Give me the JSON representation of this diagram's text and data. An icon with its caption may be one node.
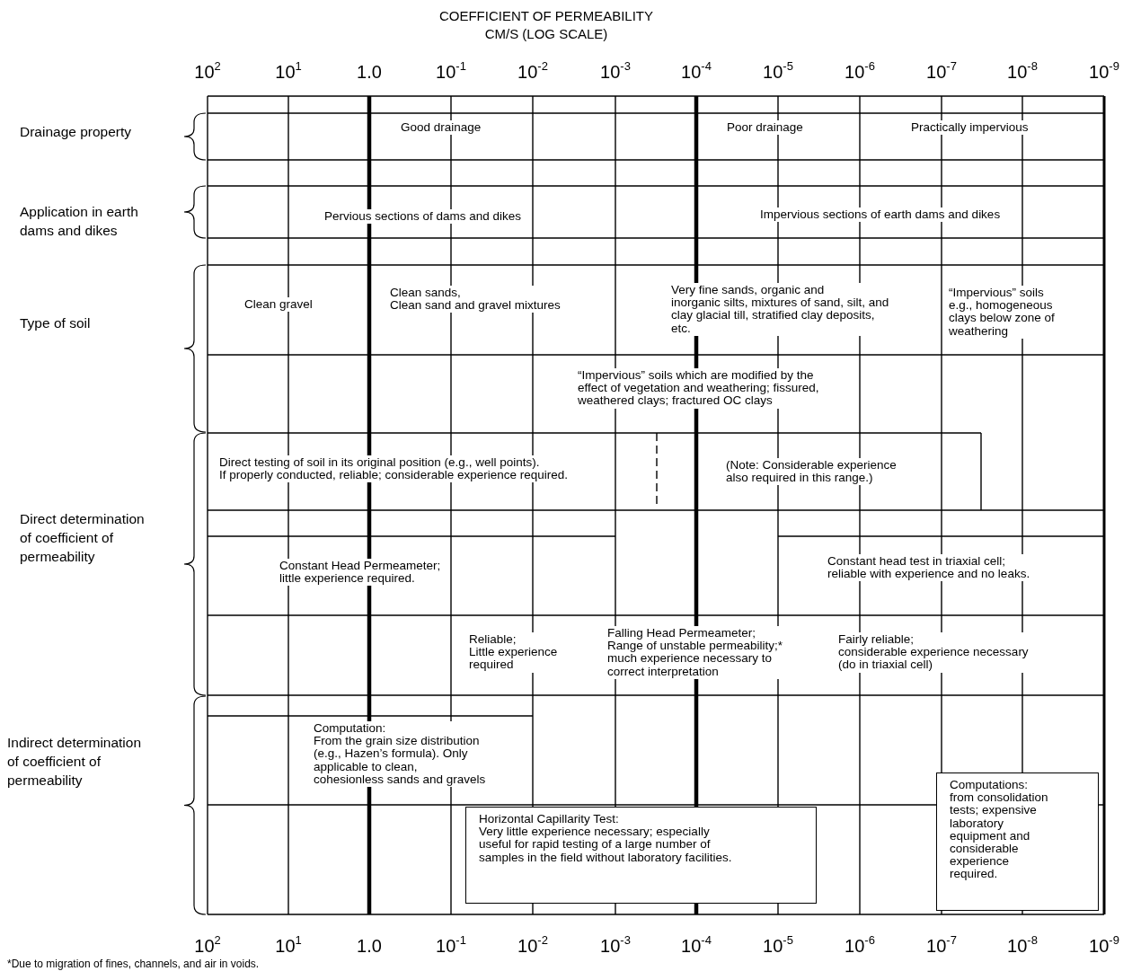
{
  "diagram": {
    "title": "COEFFICIENT OF PERMEABILITY CM/S (LOG SCALE)",
    "nodes": [
      {
        "text": [
          "Horizontal Capillarity Test: Very little experience necessary; especially useful for rapid testing of a large number of samples in the field without laboratory facilities."
        ]
      },
      {
        "text": [
          "Computations: from consolidation tests; expensive laboratory equipment and considerable experience required."
        ]
      }
    ],
    "labels": [
      "10$^{2}$",
      "10$^{1}$",
      "1.0",
      "10$^{-1}$",
      "10$^{-2}$",
      "10$^{-3}$",
      "10$^{-4}$",
      "10$^{-5}$",
      "10$^{-6}$",
      "10$^{-7}$",
      "10$^{-8}$",
      "10$^{-9}$",
      "Drainage property",
      "Good drainage",
      "Poor drainage",
      "Practically impervious",
      "Application in earth dams and dikes",
      "Pervious sections of dams and dikes",
      "Impervious sections of earth dams and dikes",
      "Type of soil",
      "Clean gravel",
      "Clean sands, Clean sand and gravel mixtures",
      "Very fine sands, organic and inorganic silts, mixtures of sand, silt, and clay glacial till, stratified clay deposits, etc.",
      "“Impervious” soils e.g., homogeneous clays below zone of weathering",
      "“Impervious” soils which are modified by the effect of vegetation and weathering; fissured, weathered clays; fractured OC clays",
      "Direct determination of coefficient of permeability",
      "Direct testing of soil in its original position (e.g., well points). If properly conducted, reliable; considerable experience required.",
      "(Note: Considerable experience also required in this range.)",
      "Constant Head Permeameter; little experience required.",
      "Constant head test in triaxial cell; reliable with experience and no leaks.",
      "Reliable; Little experience required",
      "Falling Head Permeameter; Range of unstable permeability;* much experience necessary to correct interpretation",
      "Fairly reliable; considerable experience necessary (do in triaxial cell)",
      "Indirect determination of coefficient of permeability",
      "Computation: From the grain size distribution (e.g., Hazen’s formula). Only applicable to clean, cohesionless sands and gravels",
      "10$^{2}$",
      "10$^{1}$",
      "1.0",
      "10$^{-1}$",
      "10$^{-2}$",
      "10$^{-3}$",
      "10$^{-4}$",
      "10$^{-5}$",
      "10$^{-6}$",
      "10$^{-7}$",
      "10$^{-8}$",
      "10$^{-9}$",
      "*Due to migration of fines, channels, and air in voids."
    ]
  }
}
